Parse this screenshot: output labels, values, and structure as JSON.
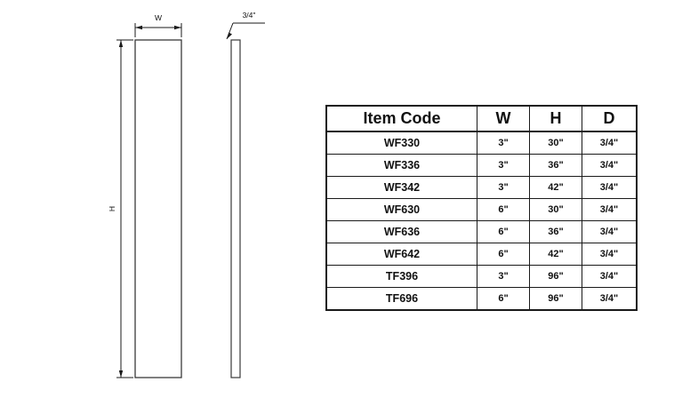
{
  "diagram": {
    "labels": {
      "width": "W",
      "height": "H",
      "thickness": "3/4\""
    }
  },
  "table": {
    "headers": [
      "Item Code",
      "W",
      "H",
      "D"
    ],
    "rows": [
      {
        "code": "WF330",
        "w": "3\"",
        "h": "30\"",
        "d": "3/4\""
      },
      {
        "code": "WF336",
        "w": "3\"",
        "h": "36\"",
        "d": "3/4\""
      },
      {
        "code": "WF342",
        "w": "3\"",
        "h": "42\"",
        "d": "3/4\""
      },
      {
        "code": "WF630",
        "w": "6\"",
        "h": "30\"",
        "d": "3/4\""
      },
      {
        "code": "WF636",
        "w": "6\"",
        "h": "36\"",
        "d": "3/4\""
      },
      {
        "code": "WF642",
        "w": "6\"",
        "h": "42\"",
        "d": "3/4\""
      },
      {
        "code": "TF396",
        "w": "3\"",
        "h": "96\"",
        "d": "3/4\""
      },
      {
        "code": "TF696",
        "w": "6\"",
        "h": "96\"",
        "d": "3/4\""
      }
    ]
  }
}
